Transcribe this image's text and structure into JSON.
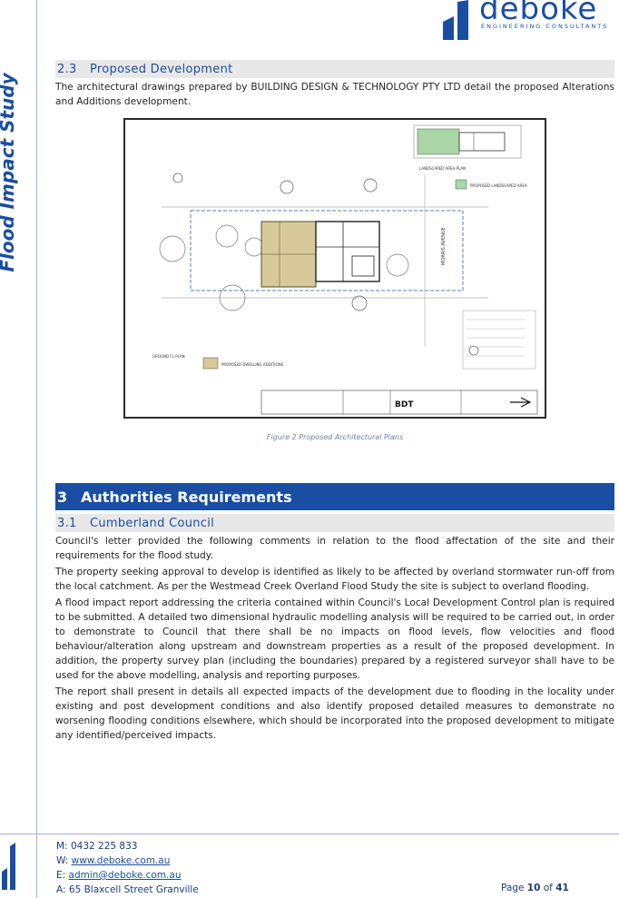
{
  "side_title": "Flood Impact Study",
  "logo": {
    "name": "deboke",
    "tagline": "ENGINEERING CONSULTANTS"
  },
  "section_2_3": {
    "number": "2.3",
    "title": "Proposed Development",
    "body": "The architectural drawings prepared by BUILDING DESIGN & TECHNOLOGY PTY LTD detail the proposed Alterations and Additions development."
  },
  "figure": {
    "caption": "Figure 2 Proposed Architectural Plans",
    "labels": {
      "landscape_legend": "PROPOSED LANDSCAPED AREA",
      "dwelling_legend": "PROPOSED DWELLING ADDITIONS",
      "street": "MORRIS AVENUE",
      "ground_plan": "GROUND FL PLAN",
      "landscape_plan": "LANDSCAPED AREA PLAN",
      "logo_mark": "BDT"
    },
    "colors": {
      "dwelling": "#d8c99a",
      "landscape": "#a9d6a4",
      "site": "#b8cde8"
    }
  },
  "section_3": {
    "number": "3",
    "title": "Authorities Requirements"
  },
  "section_3_1": {
    "number": "3.1",
    "title": "Cumberland Council",
    "paragraphs": [
      "Council's letter provided the following comments in relation to the flood affectation of the site and their requirements for the flood study.",
      "The property seeking approval to develop is identified as likely to be affected by overland stormwater run-off from the local catchment. As per the Westmead Creek Overland Flood Study the site is subject to overland flooding.",
      "A flood impact report addressing the criteria contained within Council's Local Development Control plan is required to be submitted. A detailed two dimensional hydraulic modelling analysis will be required to be carried out, in order to demonstrate to Council that there shall be no impacts on flood levels, flow velocities and flood behaviour/alteration along upstream and downstream properties as a result of the proposed development. In addition, the property survey plan (including the boundaries) prepared by a registered surveyor shall have to be used for the above modelling, analysis and reporting purposes.",
      "The report shall present in details all expected impacts of the development due to flooding in the locality under existing and post development conditions and also identify proposed detailed measures to demonstrate no worsening flooding conditions elsewhere, which should be incorporated into the proposed development to mitigate any identified/perceived impacts."
    ]
  },
  "footer": {
    "m_label": "M:",
    "mobile": "0432 225 833",
    "w_label": "W:",
    "website": "www.deboke.com.au",
    "e_label": "E:",
    "email": "admin@deboke.com.au",
    "a_label": "A:",
    "address": "65 Blaxcell Street Granville",
    "page_label": "Page",
    "page_current": "10",
    "page_of": "of",
    "page_total": "41"
  },
  "brand_color": "#1a4ea3"
}
